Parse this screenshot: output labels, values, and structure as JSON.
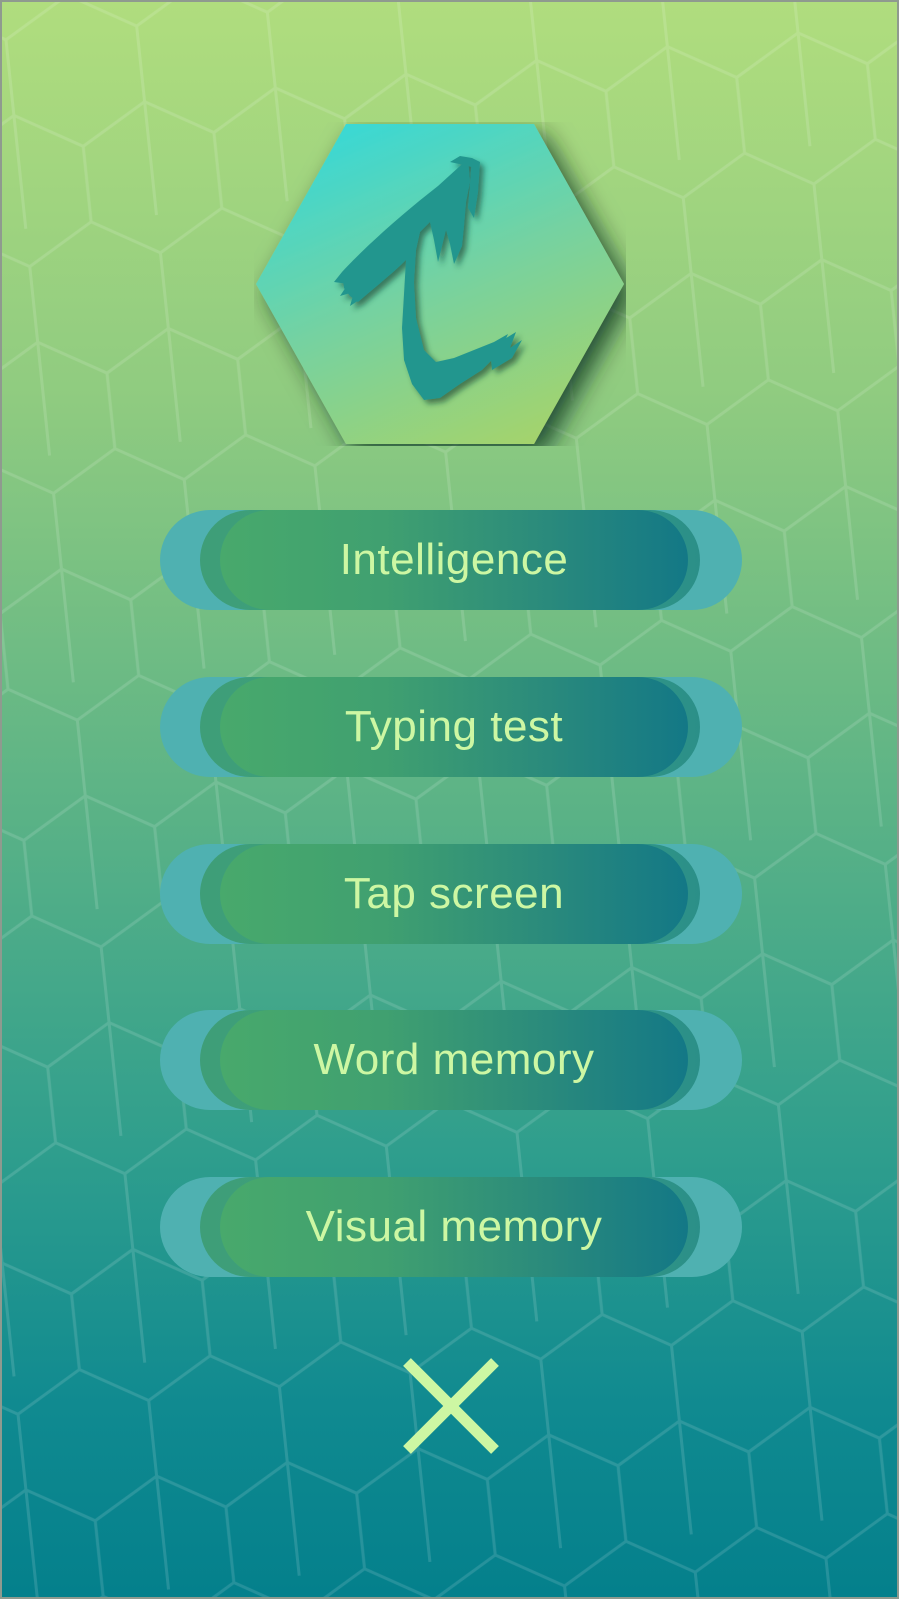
{
  "menu": {
    "items": [
      {
        "label": "Intelligence"
      },
      {
        "label": "Typing test"
      },
      {
        "label": "Tap screen"
      },
      {
        "label": "Word memory"
      },
      {
        "label": "Visual memory"
      }
    ]
  },
  "logo": {
    "icon": "brush-stroke-t-icon"
  },
  "close": {
    "icon": "close-icon"
  },
  "colors": {
    "label_text": "#cdf7a3",
    "button_back": "#4fb1b1",
    "background_top": "#b0dd7e",
    "background_bottom": "#04808c"
  }
}
